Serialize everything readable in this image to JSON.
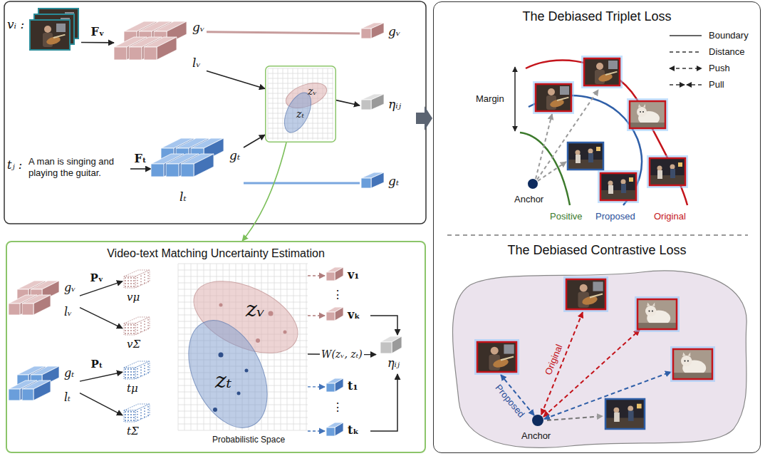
{
  "diagram": {
    "nodes": [
      {
        "text": [
          "vᵢ :"
        ]
      },
      {
        "text": [
          "gᵥ",
          "lᵥ"
        ]
      },
      {
        "text": [
          "gᵥ"
        ]
      },
      {
        "text": [
          "zᵥ",
          "zₜ"
        ]
      },
      {
        "text": [
          "ηᵢⱼ"
        ]
      },
      {
        "text": [
          "tⱼ :",
          "A man is singing and playing the guitar."
        ]
      },
      {
        "text": [
          "gₜ",
          "lₜ"
        ]
      },
      {
        "text": [
          "gₜ"
        ]
      },
      {
        "text": [
          "Video-text Matching Uncertainty Estimation"
        ]
      },
      {
        "text": [
          "gᵥ",
          "lᵥ"
        ],
        "in": 8
      },
      {
        "text": [
          "vμ"
        ],
        "in": 8
      },
      {
        "text": [
          "vΣ"
        ],
        "in": 8
      },
      {
        "text": [
          "gₜ",
          "lₜ"
        ],
        "in": 8
      },
      {
        "text": [
          "tμ"
        ],
        "in": 8
      },
      {
        "text": [
          "tΣ"
        ],
        "in": 8
      },
      {
        "text": [
          "zᵥ",
          "zₜ",
          "Probabilistic Space"
        ],
        "in": 8
      },
      {
        "text": [
          "v₁"
        ],
        "in": 8
      },
      {
        "text": [
          "vₖ"
        ],
        "in": 8
      },
      {
        "text": [
          "t₁"
        ],
        "in": 8
      },
      {
        "text": [
          "tₖ"
        ],
        "in": 8
      },
      {
        "text": [
          "ηᵢⱼ"
        ],
        "in": 8
      },
      {
        "text": [
          "The Debiased Triplet Loss",
          "The Debiased Contrastive Loss"
        ]
      }
    ],
    "edges": [
      {
        "from": 0,
        "to": 1,
        "arrow": "to",
        "label": "Fᵥ"
      },
      {
        "from": 1,
        "to": 2,
        "arrow": "none"
      },
      {
        "from": 1,
        "to": 3,
        "arrow": "to"
      },
      {
        "from": 6,
        "to": 3,
        "arrow": "to"
      },
      {
        "from": 3,
        "to": 4,
        "arrow": "to"
      },
      {
        "from": 5,
        "to": 6,
        "arrow": "to",
        "label": "Fₜ"
      },
      {
        "from": 6,
        "to": 7,
        "arrow": "none"
      },
      {
        "from": 3,
        "to": 8,
        "arrow": "to"
      },
      {
        "from": 9,
        "to": 10,
        "arrow": "to",
        "label": "Pᵥ"
      },
      {
        "from": 9,
        "to": 11,
        "arrow": "to"
      },
      {
        "from": 12,
        "to": 13,
        "arrow": "to",
        "label": "Pₜ"
      },
      {
        "from": 12,
        "to": 14,
        "arrow": "to"
      },
      {
        "from": 15,
        "to": 16,
        "arrow": "to"
      },
      {
        "from": 15,
        "to": 17,
        "arrow": "to"
      },
      {
        "from": 15,
        "to": 18,
        "arrow": "to"
      },
      {
        "from": 15,
        "to": 19,
        "arrow": "to"
      },
      {
        "from": 15,
        "to": 20,
        "arrow": "to",
        "label": "W(zᵥ, zₜ)"
      },
      {
        "from": 17,
        "to": 20,
        "arrow": "to"
      },
      {
        "from": 19,
        "to": 20,
        "arrow": "to"
      }
    ],
    "labels": [
      "Margin",
      "Anchor",
      "Positive",
      "Proposed",
      "Original",
      "Original",
      "Proposed",
      "Anchor",
      "⋮",
      "⋮"
    ],
    "legend": [
      {
        "text": "Boundary"
      },
      {
        "text": "Distance"
      },
      {
        "text": "Push"
      },
      {
        "text": "Pull"
      }
    ]
  }
}
